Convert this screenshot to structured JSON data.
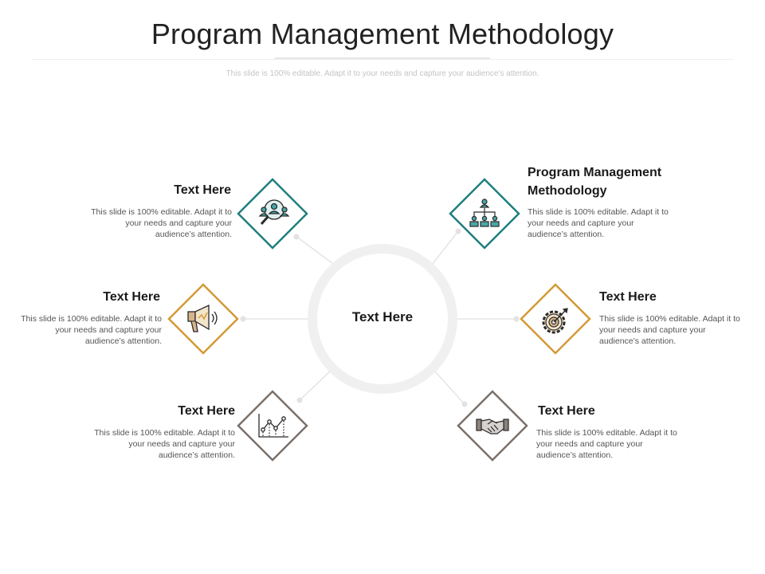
{
  "title": "Program Management Methodology",
  "subtitle": "This slide is 100% editable. Adapt it to your needs and capture your audience’s attention.",
  "center": {
    "label": "Text Here"
  },
  "colors": {
    "teal": "#1f7f7f",
    "gold": "#d49a35",
    "gray": "#7a716b",
    "ring": "#f0f0f0",
    "connector": "#e0e0e0",
    "icon_fill": "#4aa7a7"
  },
  "nodes": [
    {
      "id": "top-left",
      "title": "Text Here",
      "desc": "This slide is 100% editable. Adapt it to your needs and capture your audience’s attention.",
      "icon": "search-people-icon",
      "color": "teal"
    },
    {
      "id": "mid-left",
      "title": "Text Here",
      "desc": "This slide is 100% editable. Adapt it to your needs and capture your audience’s attention.",
      "icon": "megaphone-icon",
      "color": "gold"
    },
    {
      "id": "bottom-left",
      "title": "Text Here",
      "desc": "This slide is 100% editable. Adapt it to your needs and capture your audience’s attention.",
      "icon": "line-chart-icon",
      "color": "gray"
    },
    {
      "id": "top-right",
      "title": "Program Management Methodology",
      "desc": "This slide is 100% editable. Adapt it to your needs and capture your audience’s attention.",
      "icon": "org-chart-icon",
      "color": "teal"
    },
    {
      "id": "mid-right",
      "title": "Text Here",
      "desc": "This slide is 100% editable. Adapt it to your needs and capture your audience’s attention.",
      "icon": "gear-target-icon",
      "color": "gold"
    },
    {
      "id": "bottom-right",
      "title": "Text Here",
      "desc": "This slide is 100% editable. Adapt it to your needs and capture your audience’s attention.",
      "icon": "handshake-icon",
      "color": "gray"
    }
  ]
}
